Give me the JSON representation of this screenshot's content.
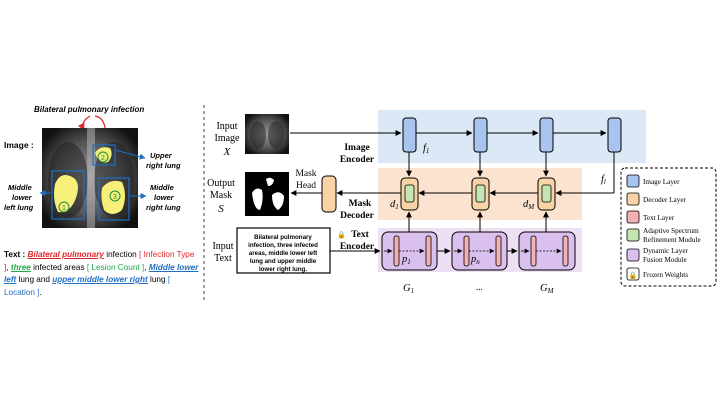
{
  "left_panel": {
    "image_label": "Image :",
    "top_annotation": "Bilateral pulmonary infection",
    "upper_right": [
      "Upper",
      "right lung"
    ],
    "middle_right": [
      "Middle",
      "lower",
      "right lung"
    ],
    "middle_left": [
      "Middle",
      "lower",
      "left lung"
    ],
    "region_numbers": [
      "1",
      "2",
      "3"
    ],
    "text_prefix": "Text :",
    "text_parts": {
      "p1": "Bilateral pulmonary",
      "p2": " infection ",
      "p3": "[ Infection Type ]",
      "p4": ", ",
      "p5": "three",
      "p6": " infected areas ",
      "p7": "[ Lesion Count ]",
      "p8": ", ",
      "p9": "Middle lower left",
      "p10": " lung and ",
      "p11": "upper middle lower right",
      "p12": " lung ",
      "p13": "[ Location ]",
      "p14": "."
    }
  },
  "diagram": {
    "input_image": [
      "Input",
      "Image"
    ],
    "input_image_var": "X",
    "output_mask": [
      "Output",
      "Mask"
    ],
    "output_mask_var": "S",
    "input_text": [
      "Input",
      "Text"
    ],
    "image_encoder": [
      "Image",
      "Encoder"
    ],
    "mask_head": [
      "Mask",
      "Head"
    ],
    "mask_decoder": [
      "Mask",
      "Decoder"
    ],
    "text_encoder": [
      "Text",
      "Encoder"
    ],
    "lock": "🔒",
    "text_box": [
      "Bilateral pulmonary",
      "infection, three infected",
      "areas, middle lower left",
      "lung and upper middle",
      "lower right lung."
    ],
    "f1": "f",
    "f1_sub": "1",
    "fl": "f",
    "fl_sub": "l",
    "d1": "d",
    "d1_sub": "1",
    "dM": "d",
    "dM_sub": "M",
    "p1": "p",
    "p1_sub": "1",
    "pn": "p",
    "pn_sub": "n",
    "G1": "G",
    "G1_sub": "1",
    "GM": "G",
    "GM_sub": "M",
    "ellipsis": "..."
  },
  "legend": {
    "items": [
      {
        "label": "Image Layer",
        "color": "#a9c4ee"
      },
      {
        "label": "Decoder Layer",
        "color": "#f7d3a7"
      },
      {
        "label": "Text Layer",
        "color": "#f3b1b3"
      },
      {
        "label": "Adaptive Spectrum",
        "label2": "Refinement Module",
        "color": "#c5e5b4"
      },
      {
        "label": "Dynamic Layer",
        "label2": "Fusion Module",
        "color": "#d9c0ee"
      },
      {
        "label": "Frozen Weights",
        "color": "#ffffff"
      }
    ]
  }
}
